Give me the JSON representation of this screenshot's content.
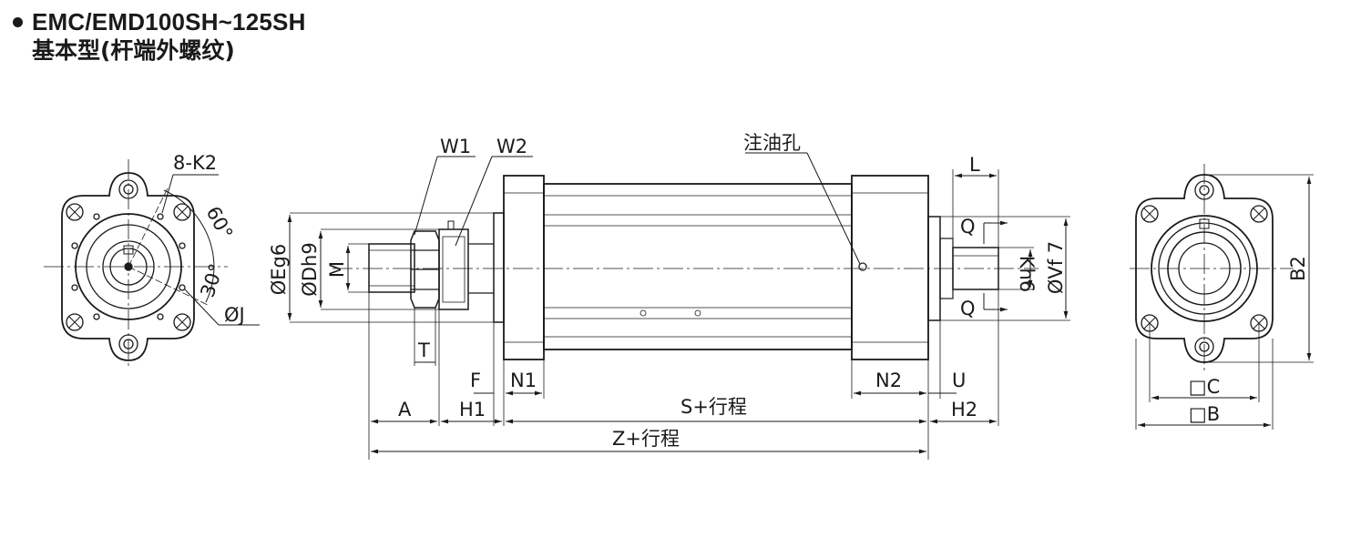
{
  "title": {
    "model": "EMC/EMD100SH~125SH",
    "subtitle": "基本型(杆端外螺纹)"
  },
  "left_view": {
    "hole_label": "8-K2",
    "angle_top": "60°",
    "angle_bottom": "30°",
    "diameter_label": "ØJ"
  },
  "side_view": {
    "w1": "W1",
    "w2": "W2",
    "oil_port": "注油孔",
    "l": "L",
    "q_top": "Q",
    "q_bottom": "Q",
    "e_dia": "ØEg6",
    "d_dia": "ØDh9",
    "m": "M",
    "k": "Kh6",
    "v_dia": "ØVf 7",
    "t": "T",
    "f": "F",
    "n1": "N1",
    "n2": "N2",
    "u": "U",
    "a": "A",
    "h1": "H1",
    "s_stroke": "S+行程",
    "h2": "H2",
    "z_stroke": "Z+行程"
  },
  "right_view": {
    "b2": "B2",
    "c": "□C",
    "b": "□B"
  }
}
